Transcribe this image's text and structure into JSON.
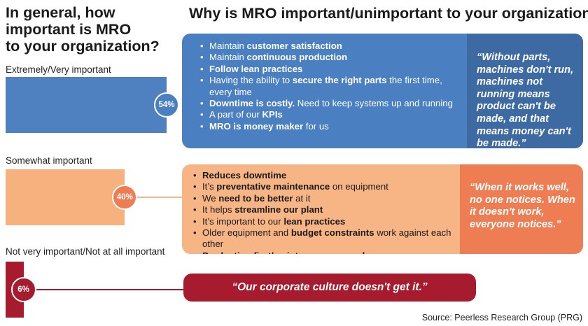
{
  "left_title": [
    "In general, how",
    "important is MRO",
    "to your organization?"
  ],
  "main_title": "Why is MRO important/unimportant to your organization?",
  "chart_data": {
    "type": "bar",
    "title": "In general, how important is MRO to your organization?",
    "categories": [
      "Extremely/Very important",
      "Somewhat important",
      "Not very important/Not at all important"
    ],
    "values": [
      54,
      40,
      6
    ],
    "value_labels": [
      "54%",
      "40%",
      "6%"
    ],
    "unit": "%",
    "orientation": "horizontal",
    "ylim": [
      0,
      54
    ],
    "colors": [
      "#4f80c0",
      "#f6b17e",
      "#a61b2e"
    ]
  },
  "panels": [
    {
      "bullets": [
        [
          {
            "t": "Maintain "
          },
          {
            "t": "customer satisfaction",
            "b": true
          }
        ],
        [
          {
            "t": "Maintain "
          },
          {
            "t": "continuous production",
            "b": true
          }
        ],
        [
          {
            "t": "Follow lean practices",
            "b": true
          }
        ],
        [
          {
            "t": "Having the ability to "
          },
          {
            "t": "secure the right parts",
            "b": true
          },
          {
            "t": " the first time, every time"
          }
        ],
        [
          {
            "t": "Downtime is costly.",
            "b": true
          },
          {
            "t": " Need to keep systems up and running"
          }
        ],
        [
          {
            "t": "A part of our "
          },
          {
            "t": "KPIs",
            "b": true
          }
        ],
        [
          {
            "t": "MRO is money maker",
            "b": true
          },
          {
            "t": " for us"
          }
        ]
      ],
      "quote": "“Without parts, machines don't run, machines not running means product can't be made, and that means money can't be made.”"
    },
    {
      "bullets": [
        [
          {
            "t": "Reduces downtime",
            "b": true
          }
        ],
        [
          {
            "t": "It’s "
          },
          {
            "t": "preventative maintenance",
            "b": true
          },
          {
            "t": " on equipment"
          }
        ],
        [
          {
            "t": "We "
          },
          {
            "t": "need to be better",
            "b": true
          },
          {
            "t": " at it"
          }
        ],
        [
          {
            "t": "It helps "
          },
          {
            "t": "streamline our plant",
            "b": true
          }
        ],
        [
          {
            "t": "It’s important to our "
          },
          {
            "t": "lean practices",
            "b": true
          }
        ],
        [
          {
            "t": "Older equipment and "
          },
          {
            "t": "budget constraints",
            "b": true
          },
          {
            "t": " work against each other"
          }
        ],
        [
          {
            "t": "Production first/maintenance second",
            "b": true
          }
        ]
      ],
      "quote": "“When it works well, no one notices. When it doesn't work, everyone notices.”"
    },
    {
      "bullets": [],
      "quote": "“Our corporate culture doesn't get it.”"
    }
  ],
  "colors": {
    "blue_panel": "#4a7fc1",
    "blue_quote": "#3d6aa3",
    "orange_panel": "#f7b586",
    "orange_quote": "#ee7d54",
    "red": "#a61b2e",
    "white": "#ffffff"
  },
  "source": "Source: Peerless Research Group (PRG)"
}
